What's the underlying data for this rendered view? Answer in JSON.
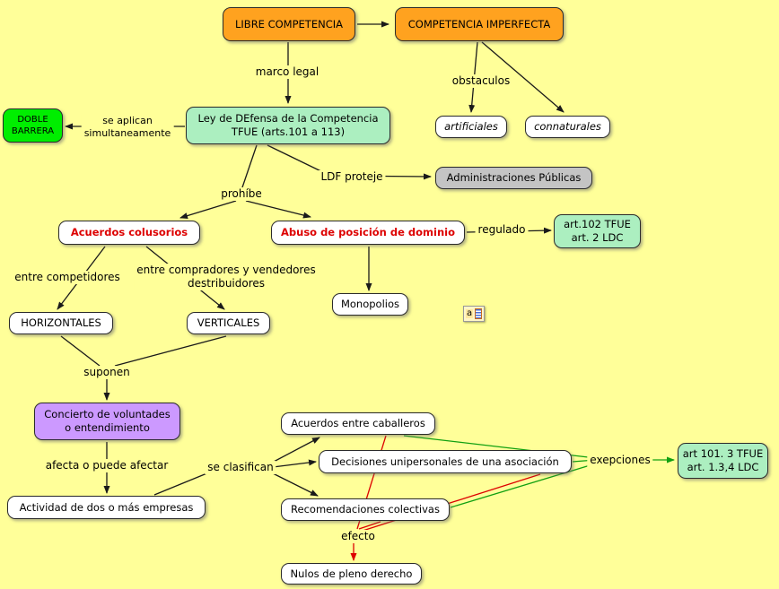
{
  "palette": {
    "canvas": "#FFFF99",
    "orange": "#FFA21F",
    "pale_green": "#ACEFC0",
    "bright_green": "#00EE00",
    "gray": "#C4C4C4",
    "purple": "#CC99FF",
    "red_text": "#DD0000",
    "line_black": "#1a1a1a",
    "line_green": "#11A011",
    "line_red": "#DD0000"
  },
  "nodes": {
    "libre_competencia": "LIBRE COMPETENCIA",
    "competencia_imperfecta": "COMPETENCIA IMPERFECTA",
    "ley_defensa": "Ley de DEfensa de la Competencia\nTFUE (arts.101 a 113)",
    "doble_barrera": "DOBLE\nBARRERA",
    "artificiales": "artificiales",
    "connaturales": "connaturales",
    "administraciones_publicas": "Administraciones Públicas",
    "acuerdos_colusorios": "Acuerdos colusorios",
    "abuso_posicion_dominio": "Abuso de posición de dominio",
    "art_102": "art.102 TFUE\nart. 2 LDC",
    "horizontales": "HORIZONTALES",
    "verticales": "VERTICALES",
    "monopolios": "Monopolios",
    "concierto_voluntades": "Concierto de voluntades\no entendimiento",
    "actividad_empresas": "Actividad de dos o más empresas",
    "acuerdos_caballeros": "Acuerdos entre caballeros",
    "decisiones_unipersonales": "Decisiones unipersonales de una asociación",
    "recomendaciones_colectivas": "Recomendaciones colectivas",
    "art_101": "art 101. 3 TFUE\nart. 1.3,4 LDC",
    "nulos_pleno_derecho": "Nulos de pleno derecho"
  },
  "linking_phrases": {
    "marco_legal": "marco legal",
    "obstaculos": "obstaculos",
    "se_aplican": "se aplican\nsimultaneamente",
    "ldf_proteje": "LDF proteje",
    "prohibe": "prohíbe",
    "regulado": "regulado",
    "entre_competidores": "entre competidores",
    "entre_compradores": "entre compradores y vendedores\ndestribuidores",
    "suponen": "suponen",
    "afecta": "afecta o puede afectar",
    "se_clasifican": "se clasifican",
    "exepciones": "exepciones",
    "efecto": "efecto"
  },
  "attachment_icon": {
    "label": "a"
  }
}
